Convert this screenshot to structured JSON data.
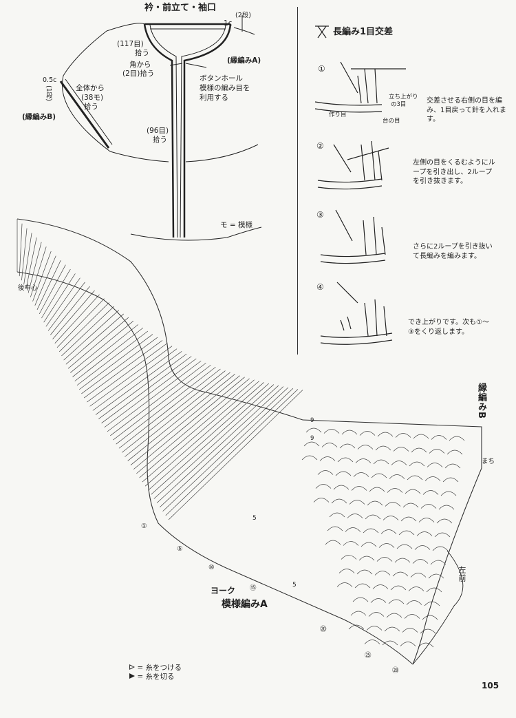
{
  "collar": {
    "title": "衿・前立て・袖口",
    "label_1c": "1c",
    "label_2dan": "(2段)",
    "label_117": "(117目)",
    "label_117_pick": "拾う",
    "label_corner": "角から",
    "label_corner_2": "(2目)拾う",
    "label_edge_a": "(縁編みA)",
    "label_05c": "0.5c",
    "label_1dan": "(1段)",
    "label_whole": "全体から",
    "label_38": "(38モ)",
    "label_38_pick": "拾う",
    "label_edge_b": "(縁編みB)",
    "label_buttonhole_1": "ボタンホール",
    "label_buttonhole_2": "模様の編み目を",
    "label_buttonhole_3": "利用する",
    "label_96": "(96目)",
    "label_96_pick": "拾う",
    "label_mo": "モ = 模様"
  },
  "technique": {
    "title": "長編み1目交差",
    "step1_num": "①",
    "step1_tag_1": "立ち上がり",
    "step1_tag_2": "の3目",
    "step1_tag_chain": "作り目",
    "step1_tag_base": "台の目",
    "step1_text": "交差させる右側の目を編み、1目戻って針を入れます。",
    "step2_num": "②",
    "step2_text": "左側の目をくるむようにループを引き出し、2ループを引き抜きます。",
    "step3_num": "③",
    "step3_text": "さらに2ループを引き抜いて長編みを編みます。",
    "step4_num": "④",
    "step4_text": "でき上がりです。次も①～③をくり返します。"
  },
  "chart": {
    "back_center": "後中心",
    "yoke": "ヨーク",
    "pattern_a": "模様編みA",
    "edge_b": "縁編みB",
    "machi": "まち",
    "left_front": "左前",
    "row_labels": [
      "①",
      "⑤",
      "⑩",
      "⑮",
      "⑳",
      "㉕",
      "㉘"
    ],
    "inner_5a": "5",
    "inner_5b": "5",
    "inner_9a": "9",
    "inner_9b": "9"
  },
  "legend": {
    "attach": "= 糸をつける",
    "cut": "= 糸を切る"
  },
  "page_number": "105",
  "colors": {
    "ink": "#1f1f1f",
    "paper": "#f7f7f4"
  }
}
